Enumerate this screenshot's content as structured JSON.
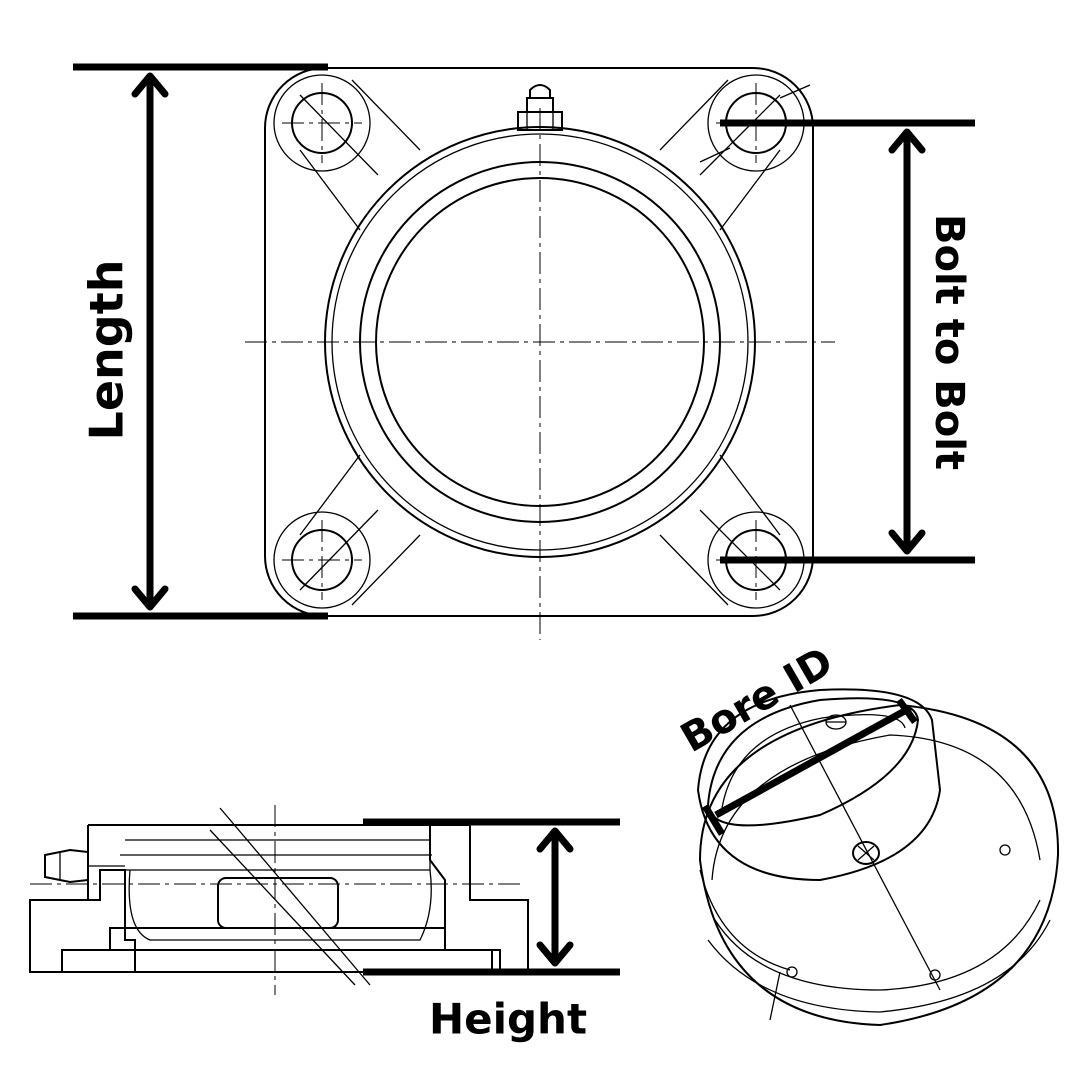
{
  "labels": {
    "length": "Length",
    "bolt_to_bolt": "Bolt to Bolt",
    "bore_id": "Bore ID",
    "height": "Height"
  },
  "colors": {
    "ink": "#000000",
    "background": "#ffffff"
  }
}
